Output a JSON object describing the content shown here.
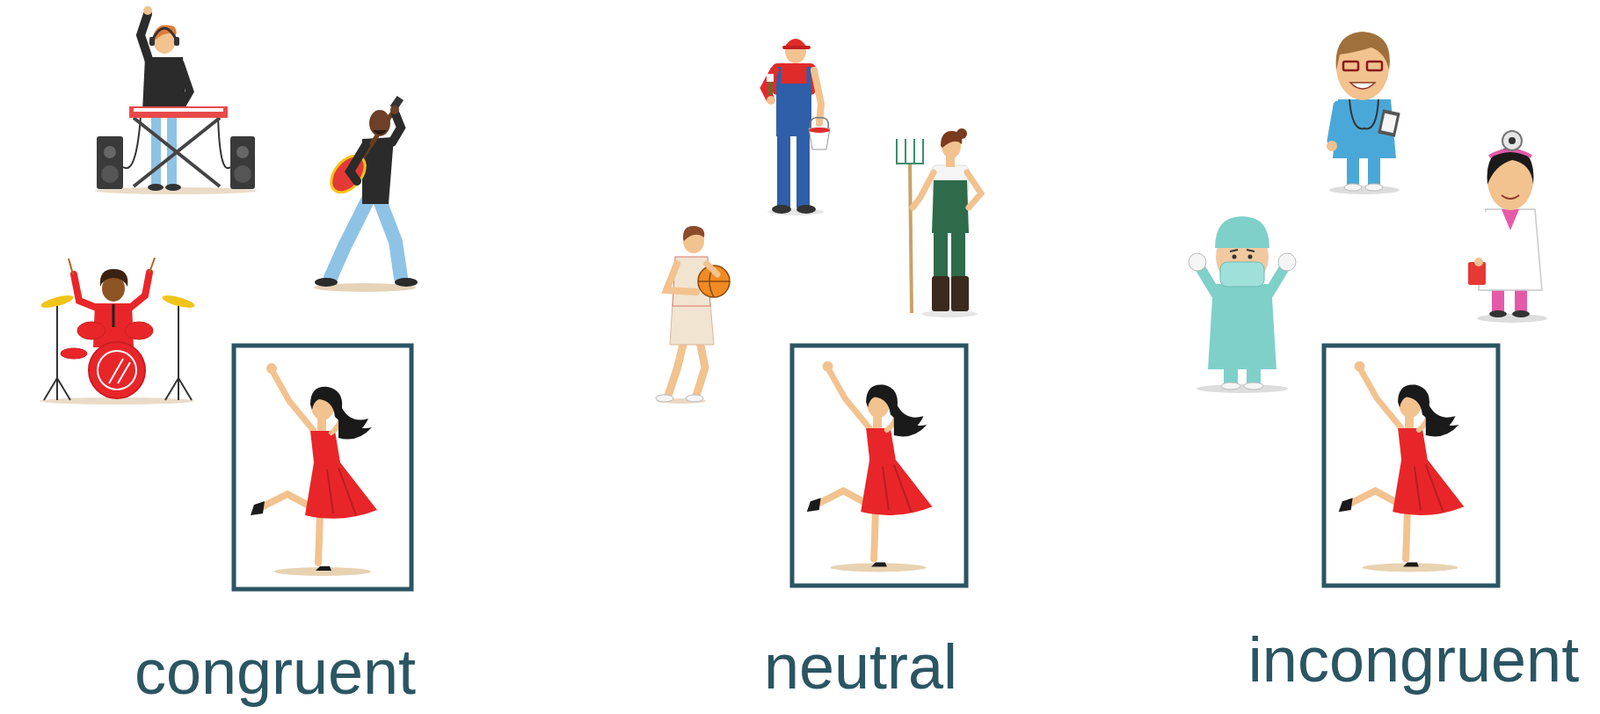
{
  "diagram": {
    "labels": [
      "congruent",
      "neutral",
      "incongruent"
    ]
  }
}
